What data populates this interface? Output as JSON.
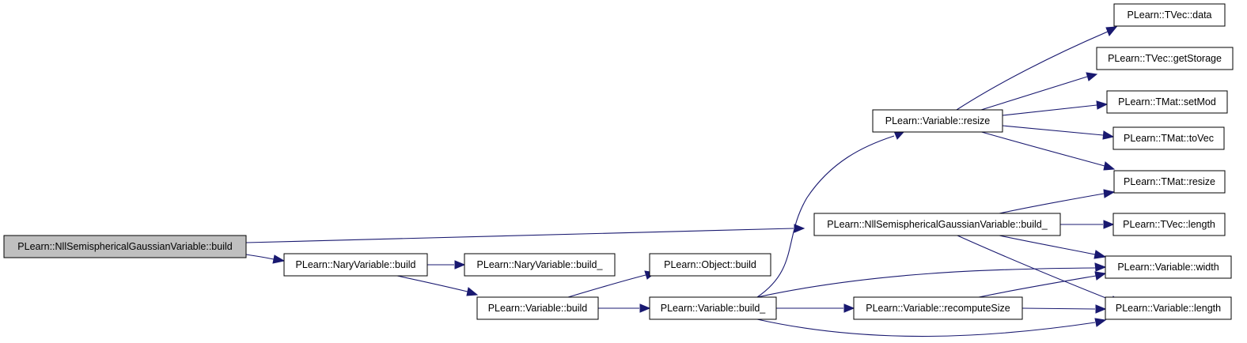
{
  "graph": {
    "edge_color": "#191970",
    "root_fill": "#bfbfbf",
    "nodes": {
      "n_root": "PLearn::NllSemisphericalGaussianVariable::build",
      "n_nary_build": "PLearn::NaryVariable::build",
      "n_nary_build_": "PLearn::NaryVariable::build_",
      "n_var_build": "PLearn::Variable::build",
      "n_obj_build": "PLearn::Object::build",
      "n_var_build_": "PLearn::Variable::build_",
      "n_var_resize": "PLearn::Variable::resize",
      "n_nll_build_": "PLearn::NllSemisphericalGaussianVariable::build_",
      "n_recompute": "PLearn::Variable::recomputeSize",
      "n_tvec_data": "PLearn::TVec::data",
      "n_tvec_getstorage": "PLearn::TVec::getStorage",
      "n_tmat_setmod": "PLearn::TMat::setMod",
      "n_tmat_tovec": "PLearn::TMat::toVec",
      "n_tmat_resize": "PLearn::TMat::resize",
      "n_tvec_length": "PLearn::TVec::length",
      "n_var_width": "PLearn::Variable::width",
      "n_var_length": "PLearn::Variable::length"
    },
    "edges": [
      [
        "n_root",
        "n_nll_build_"
      ],
      [
        "n_root",
        "n_nary_build"
      ],
      [
        "n_nary_build",
        "n_nary_build_"
      ],
      [
        "n_nary_build",
        "n_var_build"
      ],
      [
        "n_var_build",
        "n_obj_build"
      ],
      [
        "n_var_build",
        "n_var_build_"
      ],
      [
        "n_var_build_",
        "n_var_resize"
      ],
      [
        "n_var_build_",
        "n_var_width"
      ],
      [
        "n_var_build_",
        "n_recompute"
      ],
      [
        "n_var_build_",
        "n_var_length"
      ],
      [
        "n_var_resize",
        "n_tvec_data"
      ],
      [
        "n_var_resize",
        "n_tvec_getstorage"
      ],
      [
        "n_var_resize",
        "n_tmat_setmod"
      ],
      [
        "n_var_resize",
        "n_tmat_tovec"
      ],
      [
        "n_var_resize",
        "n_tmat_resize"
      ],
      [
        "n_nll_build_",
        "n_tmat_resize"
      ],
      [
        "n_nll_build_",
        "n_tvec_length"
      ],
      [
        "n_nll_build_",
        "n_var_width"
      ],
      [
        "n_nll_build_",
        "n_var_length"
      ],
      [
        "n_recompute",
        "n_var_width"
      ],
      [
        "n_recompute",
        "n_var_length"
      ]
    ]
  }
}
